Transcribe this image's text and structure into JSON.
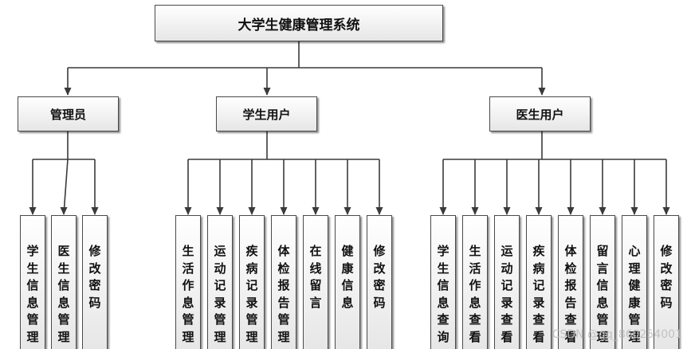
{
  "title": "大学生健康管理系统",
  "groups": [
    {
      "label": "管理员",
      "leaves": [
        "学生信息管理",
        "医生信息管理",
        "修改密码"
      ]
    },
    {
      "label": "学生用户",
      "leaves": [
        "生活作息管理",
        "运动记录管理",
        "疾病记录管理",
        "体检报告管理",
        "在线留言",
        "健康信息",
        "修改密码"
      ]
    },
    {
      "label": "医生用户",
      "leaves": [
        "学生信息查询",
        "生活作息查看",
        "运动记录查看",
        "疾病记录查看",
        "体检报告查看",
        "留言信息管理",
        "心理健康管理",
        "修改密码"
      ]
    }
  ],
  "watermark": "CSDN @qq_860254001",
  "colors": {
    "line": "#3a3a3a",
    "box_border": "#4a4a4a",
    "box_fill": "#eeeeee"
  }
}
